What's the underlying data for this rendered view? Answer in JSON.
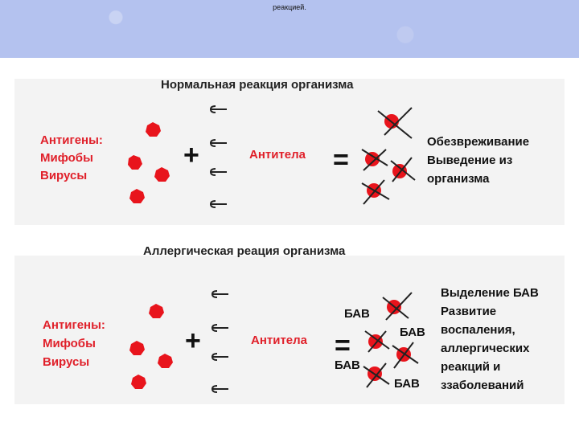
{
  "header": {
    "title": "реакцией."
  },
  "normal": {
    "title": "Нормальная реакция организма",
    "antigens": [
      "Антигены:",
      "Мифобы",
      "Вирусы"
    ],
    "plus": "+",
    "antibodies": "Антитела",
    "equals": "=",
    "outcome": [
      "Обезвреживание",
      "Выведение из",
      "организма"
    ]
  },
  "allergic": {
    "title": "Аллергическая реация организма",
    "antigens": [
      "Антигены:",
      "Мифобы",
      "Вирусы"
    ],
    "plus": "+",
    "antibodies": "Антитела",
    "equals": "=",
    "bav_labels": [
      "БАВ",
      "БАВ",
      "БАВ",
      "БАВ"
    ],
    "outcome": [
      "Выделение БАВ",
      "Развитие",
      "воспаления,",
      "аллергических",
      "реакций и",
      "ззаболеваний"
    ]
  },
  "colors": {
    "antigen": "#e8141c",
    "red_text": "#e0202a",
    "header_bg": "#b4c2ef",
    "panel_bg": "#f3f3f3"
  }
}
